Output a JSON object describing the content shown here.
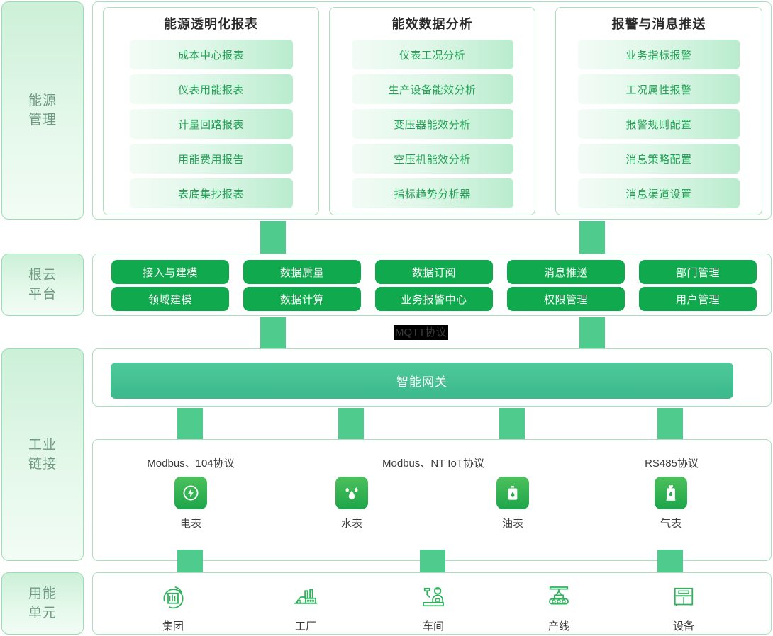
{
  "layers": {
    "energy_management": "能源\n管理",
    "genyun_platform": "根云\n平台",
    "industrial_link": "工业\n链接",
    "energy_unit": "用能\n单元"
  },
  "panels": [
    {
      "title": "能源透明化报表",
      "items": [
        "成本中心报表",
        "仪表用能报表",
        "计量回路报表",
        "用能费用报告",
        "表底集抄报表"
      ]
    },
    {
      "title": "能效数据分析",
      "items": [
        "仪表工况分析",
        "生产设备能效分析",
        "变压器能效分析",
        "空压机能效分析",
        "指标趋势分析器"
      ]
    },
    {
      "title": "报警与消息推送",
      "items": [
        "业务指标报警",
        "工况属性报警",
        "报警规则配置",
        "消息策略配置",
        "消息渠道设置"
      ]
    }
  ],
  "platform": {
    "columns": [
      {
        "top": "接入与建模",
        "bottom": "领域建模"
      },
      {
        "top": "数据质量",
        "bottom": "数据计算"
      },
      {
        "top": "数据订阅",
        "bottom": "业务报警中心"
      },
      {
        "top": "消息推送",
        "bottom": "权限管理"
      },
      {
        "top": "部门管理",
        "bottom": "用户管理"
      }
    ]
  },
  "mqtt_label": "MQTT协议",
  "gateway": {
    "label": "智能网关"
  },
  "meters": [
    {
      "protocol": "Modbus、104协议",
      "caption": "电表",
      "icon": "electricity-meter-icon"
    },
    {
      "protocol": "Modbus、NT  IoT协议",
      "caption": "水表",
      "icon": "water-meter-icon"
    },
    {
      "protocol": "",
      "caption": "油表",
      "icon": "oil-meter-icon"
    },
    {
      "protocol": "RS485协议",
      "caption": "气表",
      "icon": "gas-meter-icon"
    }
  ],
  "units": [
    {
      "caption": "集团",
      "icon": "group-icon"
    },
    {
      "caption": "工厂",
      "icon": "factory-icon"
    },
    {
      "caption": "车间",
      "icon": "workshop-icon"
    },
    {
      "caption": "产线",
      "icon": "production-line-icon"
    },
    {
      "caption": "设备",
      "icon": "equipment-icon"
    }
  ],
  "colors": {
    "brand_green": "#11a94e",
    "connector_green": "#4ecb8d",
    "gateway_green": "#3bb98c",
    "tile_text": "#21a355",
    "border_green": "#a9e0bf"
  }
}
